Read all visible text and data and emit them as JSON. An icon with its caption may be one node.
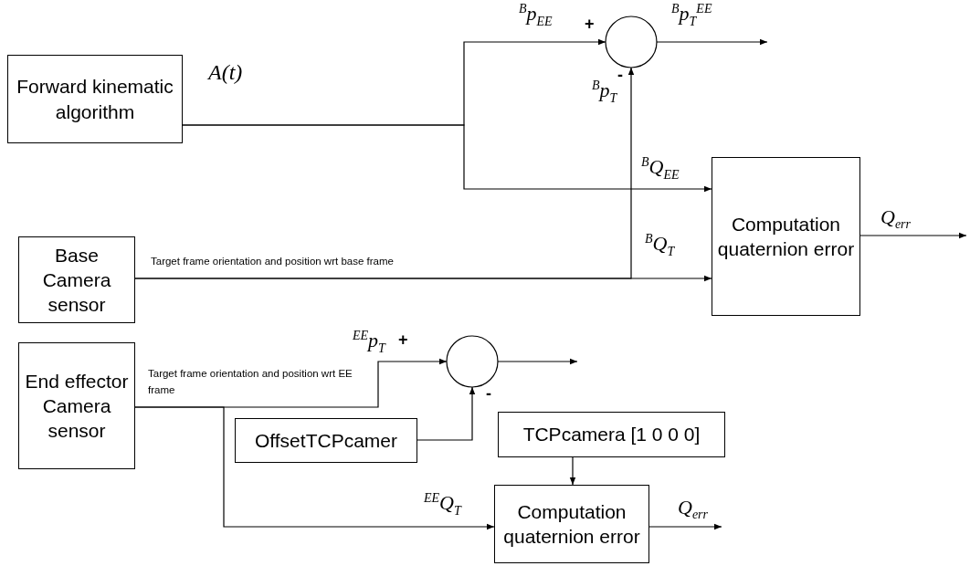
{
  "diagram": {
    "nodes": [
      {
        "text": [
          "Forward kinematic algorithm"
        ]
      },
      {
        "text": [],
        "shape": "circle"
      },
      {
        "text": [
          "Base Camera sensor"
        ]
      },
      {
        "text": [
          "Computation quaternion error"
        ]
      },
      {
        "text": [
          "End effector Camera sensor"
        ]
      },
      {
        "text": [],
        "shape": "circle"
      },
      {
        "text": [
          "OffsetTCPcamer"
        ]
      },
      {
        "text": [
          "TCPcamera [1 0 0 0]"
        ]
      },
      {
        "text": [
          "Computation quaternion error"
        ]
      }
    ],
    "edges": [
      {
        "from": 0,
        "to": 1,
        "arrow": "to",
        "label": "$^{B}$p$_{EE}$"
      },
      {
        "from": 0,
        "to": 3,
        "arrow": "to",
        "label": "$^{B}$Q$_{EE}$"
      },
      {
        "from": 1,
        "to": null,
        "arrow": "to",
        "label": "$^{B}$p$_{T}$$^{EE}$"
      },
      {
        "from": 2,
        "to": 1,
        "arrow": "to",
        "label": "$^{B}$p$_{T}$"
      },
      {
        "from": 2,
        "to": 3,
        "arrow": "to",
        "label": "$^{B}$Q$_{T}$"
      },
      {
        "from": 3,
        "to": null,
        "arrow": "to",
        "label": "Q$_{err}$"
      },
      {
        "from": 4,
        "to": 5,
        "arrow": "to",
        "label": "$^{EE}$p$_{T}$"
      },
      {
        "from": 4,
        "to": 8,
        "arrow": "to",
        "label": "$^{EE}$Q$_{T}$"
      },
      {
        "from": 5,
        "to": null,
        "arrow": "to"
      },
      {
        "from": 6,
        "to": 5,
        "arrow": "to"
      },
      {
        "from": 7,
        "to": 8,
        "arrow": "to"
      },
      {
        "from": 8,
        "to": null,
        "arrow": "to",
        "label": "Q$_{err}$"
      }
    ],
    "labels": [
      "A(t)",
      "+",
      "-",
      "Target frame orientation and position wrt base frame",
      "+",
      "Target frame orientation and position wrt EE frame",
      "-"
    ]
  }
}
